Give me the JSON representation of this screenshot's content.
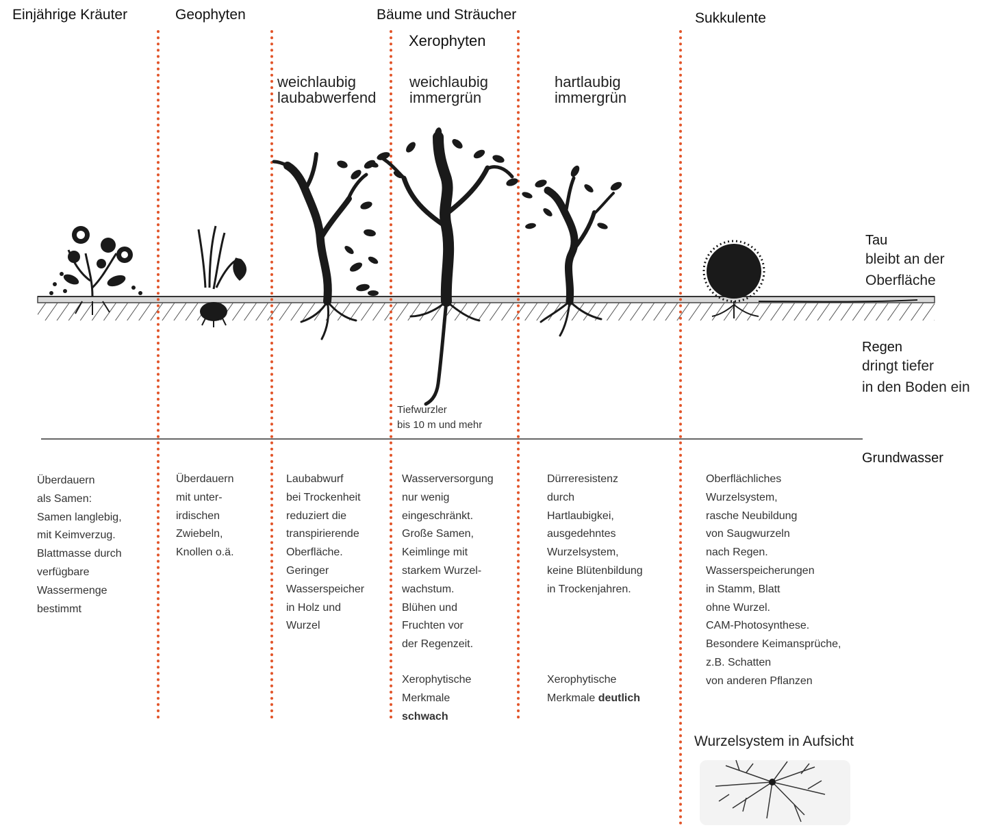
{
  "categories": {
    "einjaehrige": "Einjährige Kräuter",
    "geophyten": "Geophyten",
    "baeume": "Bäume und Sträucher",
    "xerophyten": "Xerophyten",
    "sukkulente": "Sukkulente"
  },
  "leaf_types": {
    "col1": [
      "weichlaubig",
      "laubabwerfend"
    ],
    "col2": [
      "weichlaubig",
      "immergrün"
    ],
    "col3": [
      "hartlaubig",
      "immergrün"
    ]
  },
  "water_levels": {
    "tau": {
      "title": "Tau",
      "text": [
        "bleibt an der",
        "Oberfläche"
      ]
    },
    "regen": {
      "title": "Regen",
      "text": [
        "dringt tiefer",
        "in den Boden ein"
      ]
    },
    "grundwasser": {
      "title": "Grundwasser"
    }
  },
  "root_note": [
    "Tiefwurzler",
    "bis 10 m und mehr"
  ],
  "descriptions": {
    "einjaehrige": [
      "Überdauern",
      "als Samen:",
      "Samen langlebig,",
      "mit Keimverzug.",
      "Blattmasse durch",
      "verfügbare",
      "Wassermenge",
      "bestimmt"
    ],
    "geophyten": [
      "Überdauern",
      "mit unter-",
      "irdischen",
      "Zwiebeln,",
      "Knollen o.ä."
    ],
    "laubabwerfend": [
      "Laubabwurf",
      "bei Trockenheit",
      "reduziert die",
      "transpirierende",
      "Oberfläche.",
      "Geringer",
      "Wasserspeicher",
      "in Holz und",
      "Wurzel"
    ],
    "weich_immergruen": [
      "Wasserversorgung",
      "nur wenig",
      "eingeschränkt.",
      "Große Samen,",
      "Keimlinge mit",
      "starkem Wurzel-",
      "wachstum.",
      "Blühen und",
      "Fruchten vor",
      "der Regenzeit."
    ],
    "hart_immergruen": [
      "Dürreresistenz",
      "durch",
      "Hartlaubigkei,",
      "ausgedehntes",
      "Wurzelsystem,",
      "keine Blütenbildung",
      "in Trockenjahren."
    ],
    "sukkulente": [
      "Oberflächliches",
      "Wurzelsystem,",
      "rasche Neubildung",
      "von Saugwurzeln",
      "nach Regen.",
      "Wasserspeicherungen",
      "in Stamm, Blatt",
      "ohne Wurzel.",
      "CAM-Photosynthese.",
      "Besondere Keimansprüche,",
      "z.B. Schatten",
      "von anderen Pflanzen"
    ]
  },
  "xero_notes": {
    "weak": {
      "line1": "Xerophytische",
      "prefix": "Merkmale",
      "strong": "schwach"
    },
    "clear": {
      "line1": "Xerophytische",
      "prefix": "Merkmale",
      "strong": "deutlich"
    }
  },
  "aufsicht_title": "Wurzelsystem in Aufsicht",
  "colors": {
    "divider": "#e2552a",
    "ground_line": "#666666",
    "ink": "#1a1a1a"
  }
}
